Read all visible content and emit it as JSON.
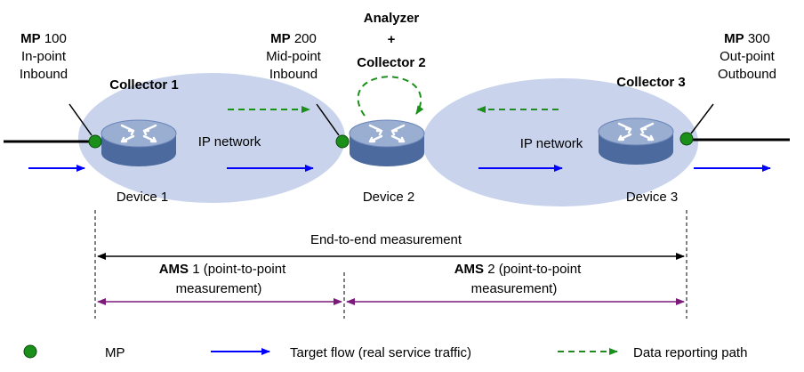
{
  "colors": {
    "cloud": "#c9d4ec",
    "router_top": "#9aaed2",
    "router_side": "#4d6a9e",
    "mp_dot": "#1a8f1a",
    "flow": "#0000ff",
    "report": "#1a8f1a",
    "ams": "#7b1a7b",
    "line": "#000000"
  },
  "icons": {
    "router": "router-icon",
    "mp": "mp-dot-icon"
  },
  "mp_points": [
    {
      "bold": "MP",
      "id": "100",
      "line2": "In-point",
      "line3": "Inbound"
    },
    {
      "bold": "MP",
      "id": "200",
      "line2": "Mid-point",
      "line3": "Inbound"
    },
    {
      "bold": "MP",
      "id": "300",
      "line2": "Out-point",
      "line3": "Outbound"
    }
  ],
  "collectors": {
    "c1": "Collector 1",
    "c3": "Collector 3",
    "analyzer": "Analyzer",
    "plus": "+",
    "c2": "Collector 2"
  },
  "networks": {
    "left": "IP network",
    "right": "IP network"
  },
  "devices": [
    "Device 1",
    "Device 2",
    "Device 3"
  ],
  "measurements": {
    "e2e": "End-to-end measurement",
    "ams1_bold": "AMS",
    "ams1_rest": " 1 (point-to-point",
    "ams1_line2": "measurement)",
    "ams2_bold": "AMS",
    "ams2_rest": " 2 (point-to-point",
    "ams2_line2": "measurement)"
  },
  "legend": {
    "mp": "MP",
    "target_flow": "Target flow (real service traffic)",
    "reporting": "Data reporting path"
  }
}
